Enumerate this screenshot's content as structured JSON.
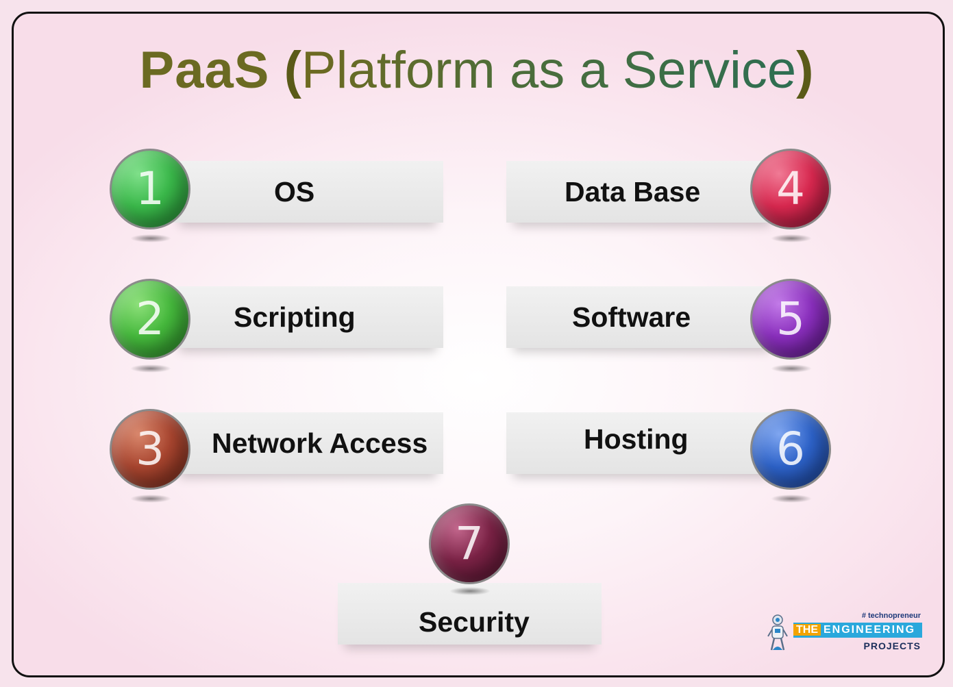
{
  "title": {
    "abbr": "PaaS",
    "open_paren": "(",
    "full": "Platform as a Service",
    "close_paren": ")"
  },
  "items": [
    {
      "number": "1",
      "label": "OS",
      "color": "#3ab84a"
    },
    {
      "number": "2",
      "label": "Scripting",
      "color": "#45b83c"
    },
    {
      "number": "3",
      "label": "Network Access",
      "color": "#a8452f"
    },
    {
      "number": "4",
      "label": "Data Base",
      "color": "#d8284f"
    },
    {
      "number": "5",
      "label": "Software",
      "color": "#8a2fbd"
    },
    {
      "number": "6",
      "label": "Hosting",
      "color": "#2d62c8"
    },
    {
      "number": "7",
      "label": "Security",
      "color": "#7a2245"
    }
  ],
  "logo": {
    "tagline": "# technopreneur",
    "the": "THE",
    "name": "ENGINEERING",
    "sub": "PROJECTS"
  }
}
